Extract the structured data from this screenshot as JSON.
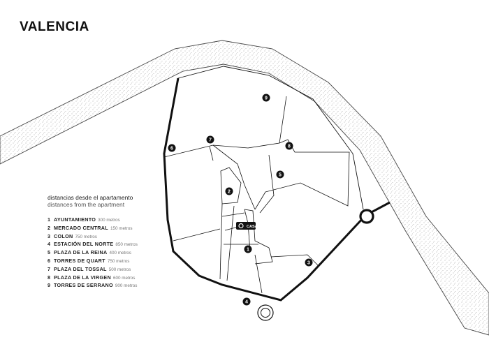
{
  "map": {
    "title": "VALENCIA",
    "home_label": "CASA",
    "colors": {
      "ink": "#111111",
      "river_dots": "#9a9a9a",
      "paper": "#ffffff"
    }
  },
  "legend": {
    "heading": "distancias desde el apartamento",
    "subheading": "distances from the apartment",
    "items": [
      {
        "num": "1",
        "name": "AYUNTAMIENTO",
        "distance": "300 metros"
      },
      {
        "num": "2",
        "name": "MERCADO CENTRAL",
        "distance": "150 metros"
      },
      {
        "num": "3",
        "name": "COLON",
        "distance": "750 metros"
      },
      {
        "num": "4",
        "name": "ESTACIÓN DEL NORTE",
        "distance": "850 metros"
      },
      {
        "num": "5",
        "name": "PLAZA DE LA REINA",
        "distance": "400 metros"
      },
      {
        "num": "6",
        "name": "TORRES DE QUART",
        "distance": "750 metros"
      },
      {
        "num": "7",
        "name": "PLAZA DEL TOSSAL",
        "distance": "500 metros"
      },
      {
        "num": "8",
        "name": "PLAZA DE LA VIRGEN",
        "distance": "600 metros"
      },
      {
        "num": "9",
        "name": "TORRES DE SERRANO",
        "distance": "900 metros"
      }
    ]
  },
  "markers": [
    "1",
    "2",
    "3",
    "4",
    "5",
    "6",
    "7",
    "8",
    "9"
  ]
}
